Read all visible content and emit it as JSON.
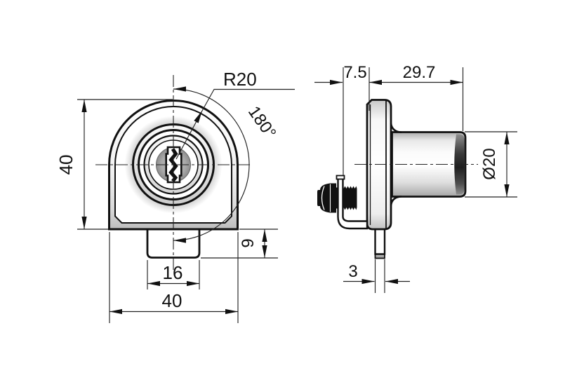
{
  "front": {
    "height": "40",
    "width": "40",
    "arch_radius": "R20",
    "rotation_angle": "180°",
    "tab_width": "16",
    "tab_height": "9"
  },
  "side": {
    "clamp_depth": "7.5",
    "housing_length": "29.7",
    "diameter": "Ø20",
    "tab_thickness": "3"
  },
  "colors": {
    "line": "#111111",
    "background": "#ffffff",
    "shade_dark": "#bfbfbf",
    "screw": "#111111"
  }
}
